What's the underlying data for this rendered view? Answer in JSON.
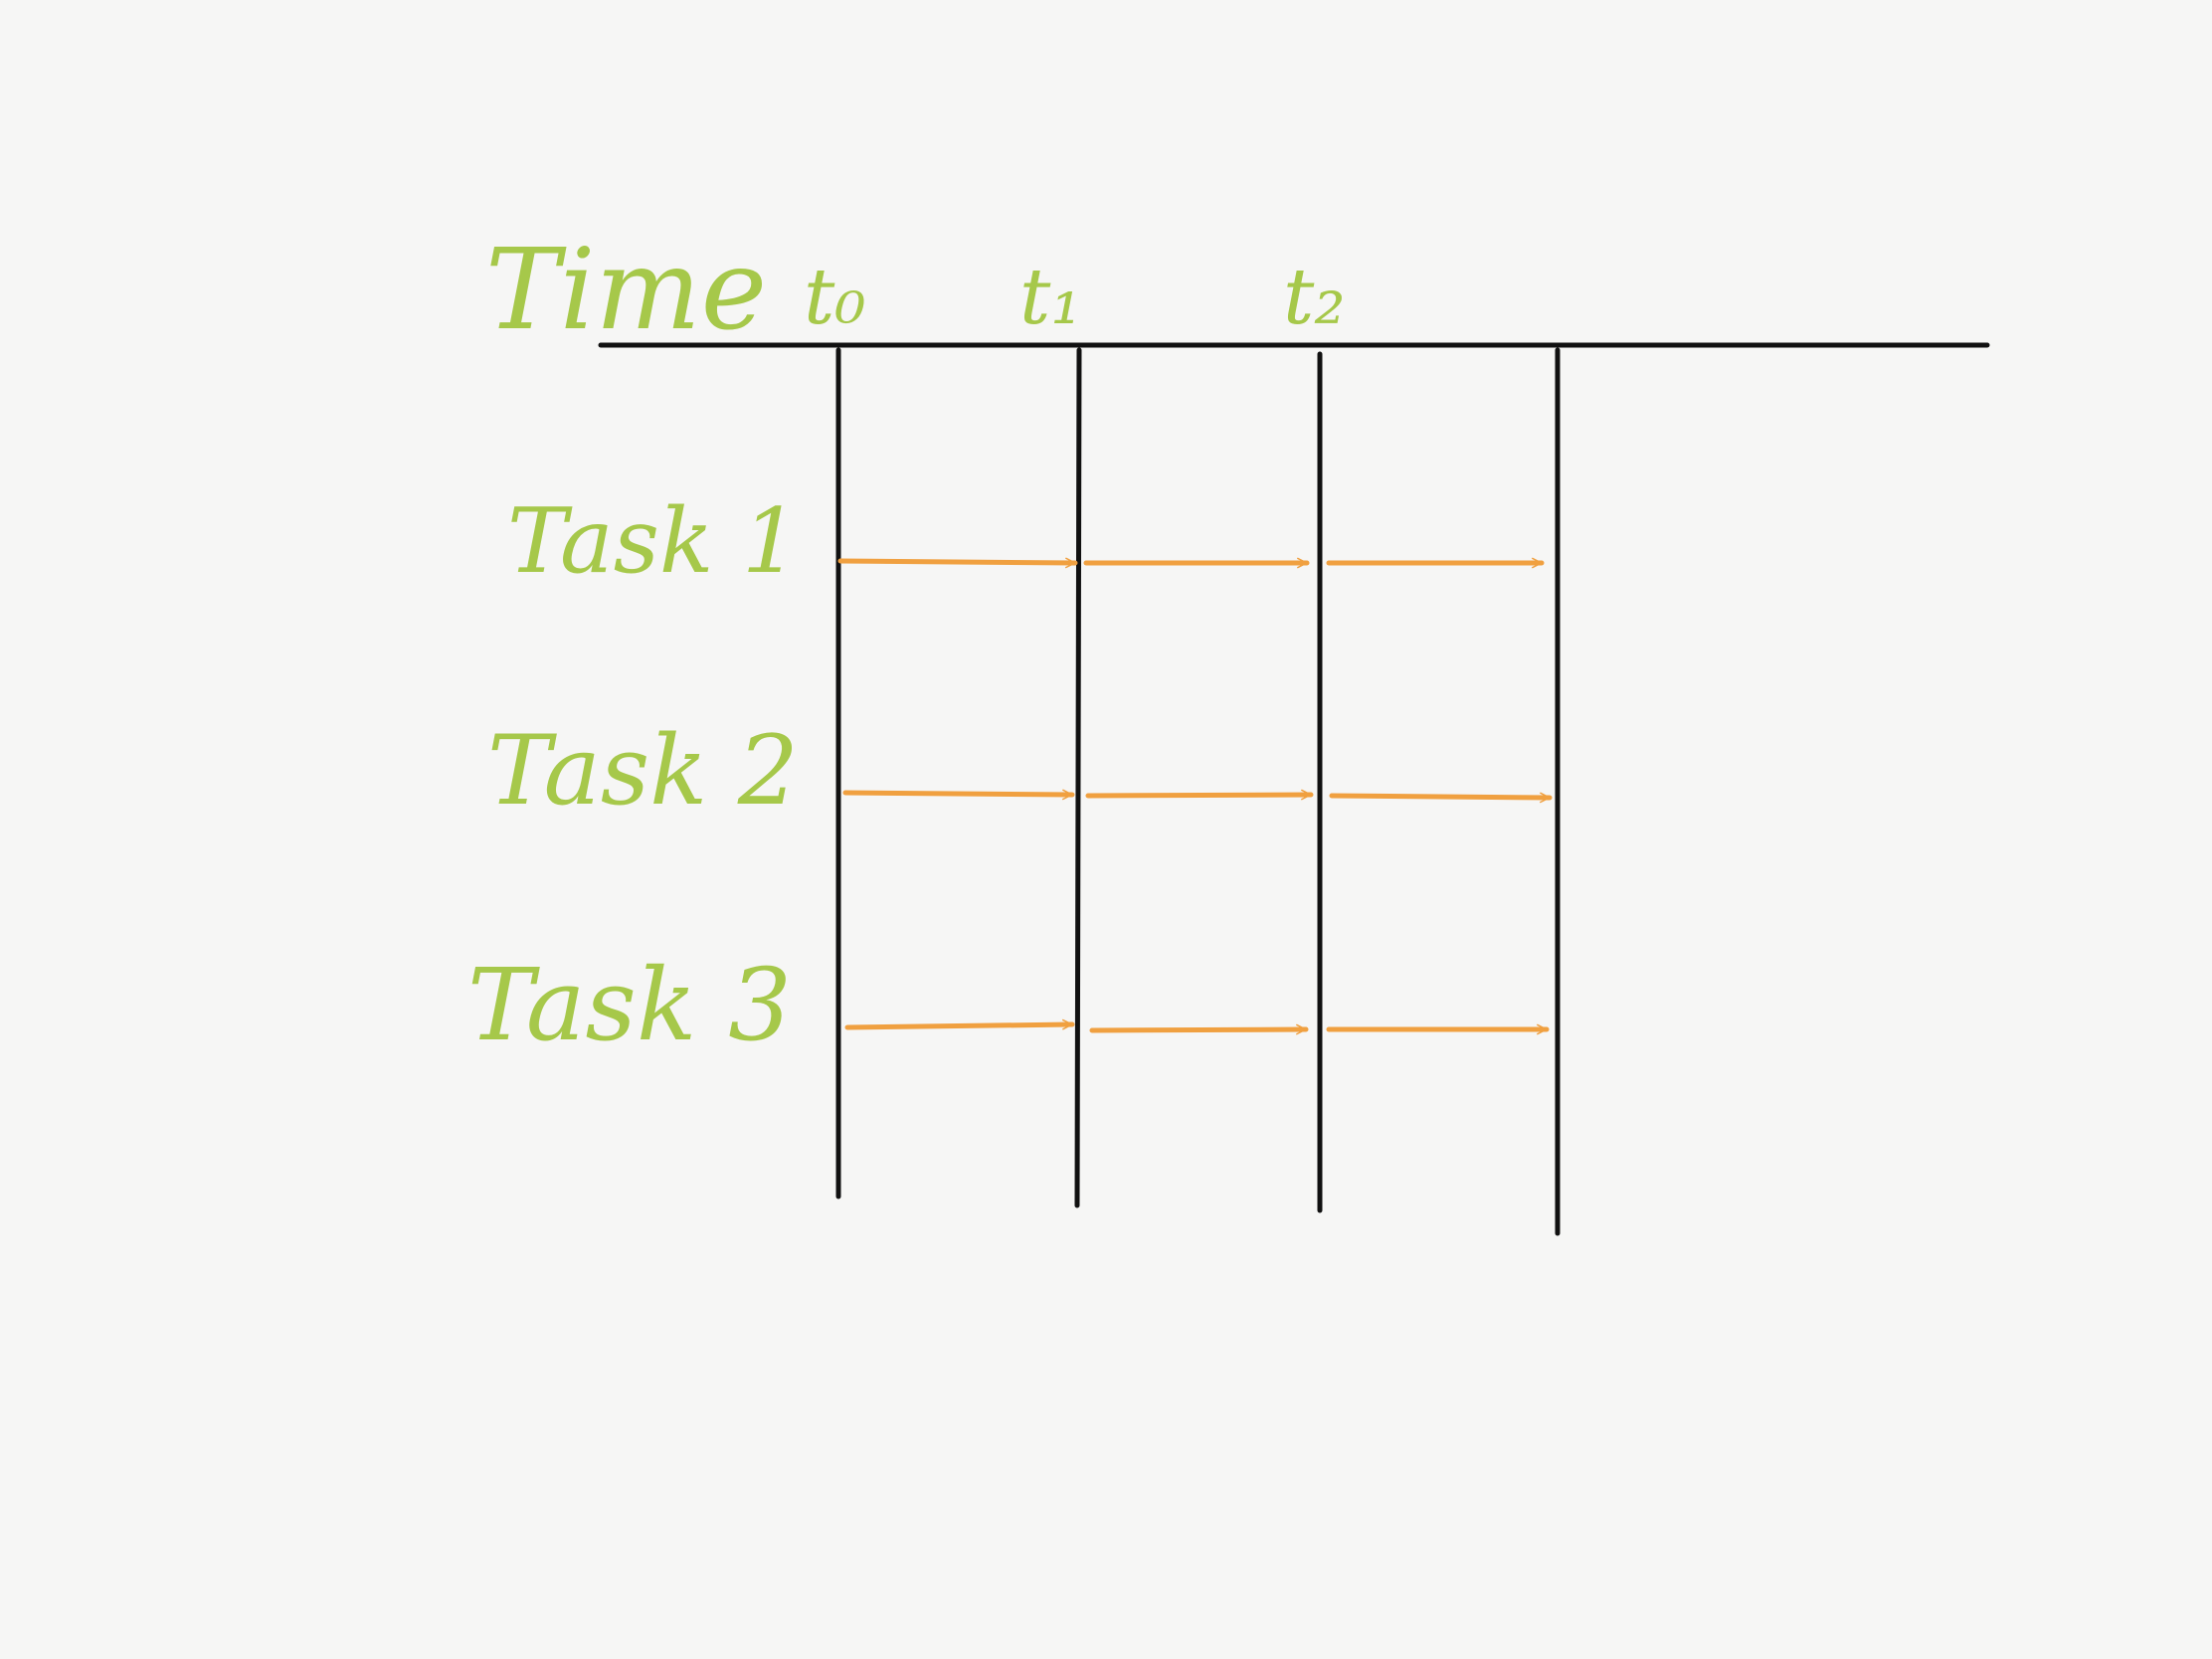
{
  "labels": {
    "time_axis": "Time",
    "ticks": [
      "t₀",
      "t₁",
      "t₂"
    ],
    "tasks": [
      "Task 1",
      "Task 2",
      "Task 3"
    ]
  },
  "colors": {
    "background": "#f6f6f5",
    "label": "#a6c84a",
    "arrow": "#f0a040",
    "line": "#111111"
  }
}
